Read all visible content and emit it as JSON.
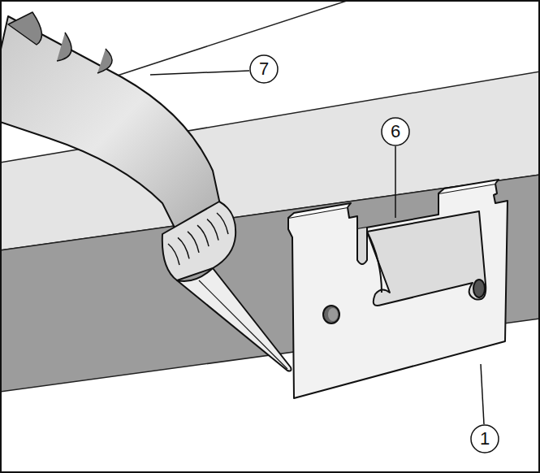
{
  "diagram": {
    "labels": [
      "7",
      "6",
      "1"
    ]
  }
}
